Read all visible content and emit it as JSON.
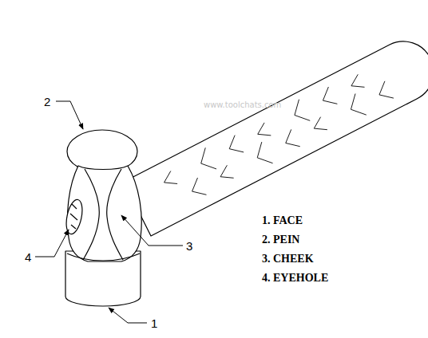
{
  "diagram": {
    "labels": [
      "2",
      "4",
      "3",
      "1",
      "1. FACE",
      "2. PEIN",
      "3. CHEEK",
      "4. EYEHOLE",
      "www.toolchats.com"
    ]
  }
}
